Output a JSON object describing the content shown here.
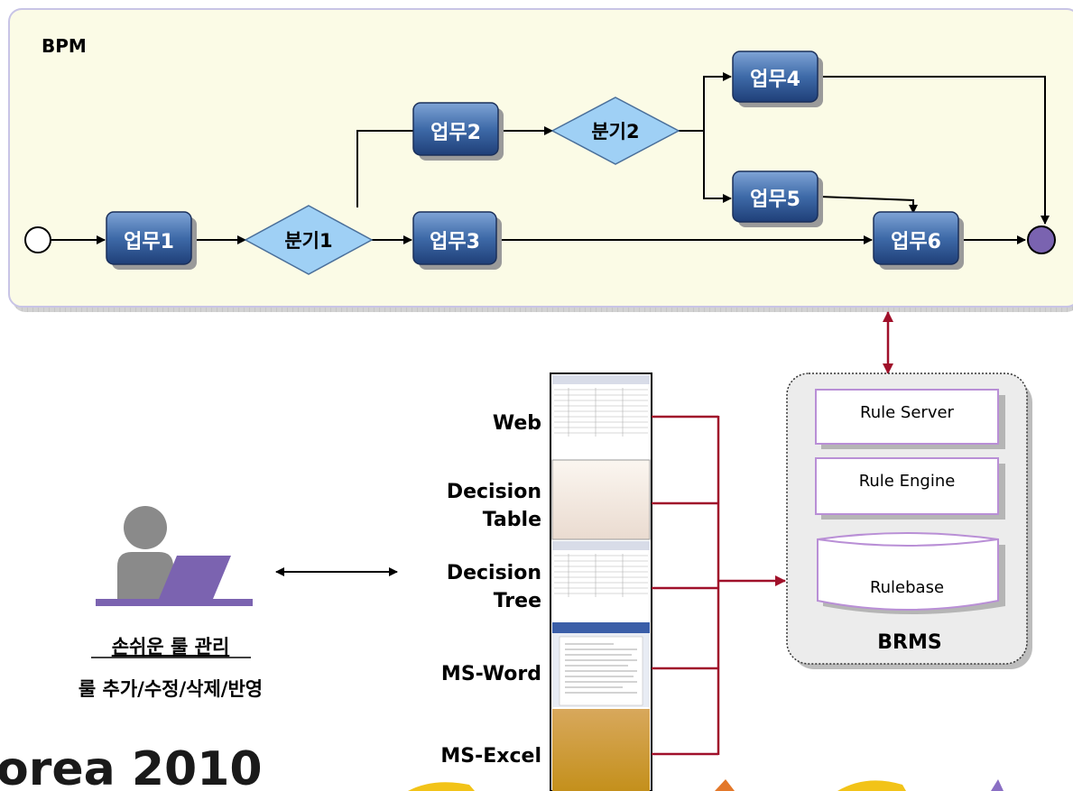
{
  "bpm": {
    "label": "BPM",
    "tasks": {
      "t1": "업무1",
      "t2": "업무2",
      "t3": "업무3",
      "t4": "업무4",
      "t5": "업무5",
      "t6": "업무6"
    },
    "gateways": {
      "g1": "분기1",
      "g2": "분기2"
    }
  },
  "editors": {
    "items": [
      "Web",
      "Decision",
      "Table",
      "Decision",
      "Tree",
      "MS-Word",
      "MS-Excel"
    ]
  },
  "user": {
    "title": "손쉬운 룰 관리",
    "subtitle": "룰 추가/수정/삭제/반영"
  },
  "brms": {
    "label": "BRMS",
    "rule_server": "Rule Server",
    "rule_engine": "Rule Engine",
    "rulebase": "Rulebase"
  },
  "footer": {
    "logo_text": "orea 2010"
  },
  "colors": {
    "task_fill": "#3e6aa8",
    "gateway_fill": "#9fd0f5",
    "bpm_bg": "#fbfbe6",
    "accent_red": "#a0102a",
    "user_purple": "#7b63b0",
    "brms_box_border": "#b98fd6"
  }
}
